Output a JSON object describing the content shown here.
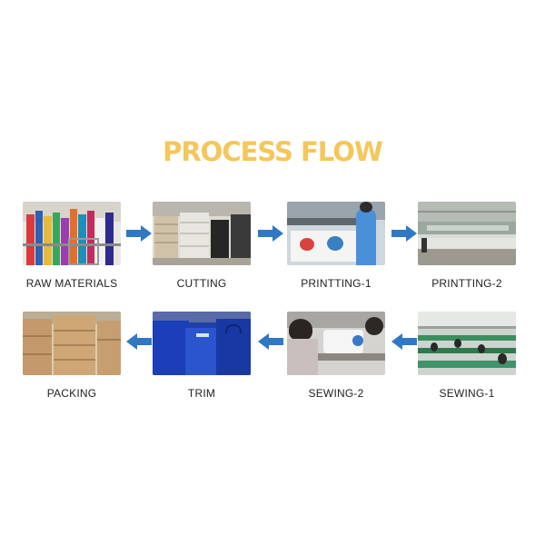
{
  "title": "PROCESS FLOW",
  "colors": {
    "title": "#f5c659",
    "arrow": "#2f78c3"
  },
  "steps": [
    {
      "label": "RAW MATERIALS",
      "photo": "fabric-rolls-photo"
    },
    {
      "label": "CUTTING",
      "photo": "cut-stacks-photo"
    },
    {
      "label": "PRINTTING-1",
      "photo": "printing-machine-photo"
    },
    {
      "label": "PRINTTING-2",
      "photo": "printing-line-photo"
    },
    {
      "label": "SEWING-1",
      "photo": "sewing-floor-photo"
    },
    {
      "label": "SEWING-2",
      "photo": "sewing-machine-photo"
    },
    {
      "label": "TRIM",
      "photo": "blue-bags-photo"
    },
    {
      "label": "PACKING",
      "photo": "carton-boxes-photo"
    }
  ]
}
